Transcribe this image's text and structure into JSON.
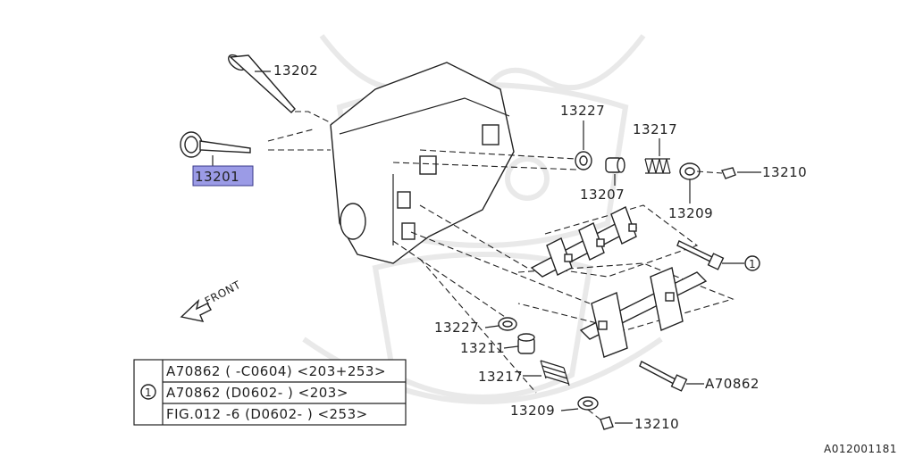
{
  "parts": {
    "valve_exhaust": "13202",
    "valve_intake": "13201",
    "seal_upper": "13227",
    "seal_lower": "13227",
    "spring_upper": "13217",
    "spring_lower": "13217",
    "adjuster_upper": "13207",
    "adjuster_lower": "13211",
    "retainer_upper": "13209",
    "retainer_lower": "13209",
    "cotter_upper": "13210",
    "cotter_lower": "13210",
    "bolt_ref": "A70862",
    "bolt_callout_symbol": "1"
  },
  "front_label": "FRONT",
  "note_table": {
    "symbol": "1",
    "rows": [
      "A70862 ( -C0604) <203+253>",
      "A70862 (D0602- ) <203>",
      "FIG.012 -6 (D0602- ) <253>"
    ]
  },
  "figure_id": "A012001181",
  "colors": {
    "highlight": "#9b9be6",
    "ink": "#222222",
    "watermark": "#e9e9e9"
  }
}
